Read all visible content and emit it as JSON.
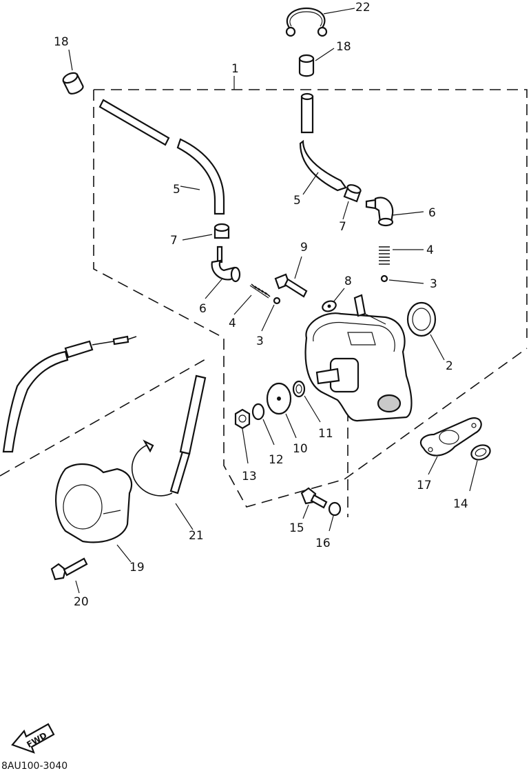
{
  "diagram": {
    "part_numbers": {
      "p1": "1",
      "p2": "2",
      "p3a": "3",
      "p3b": "3",
      "p4a": "4",
      "p4b": "4",
      "p5a": "5",
      "p5b": "5",
      "p6a": "6",
      "p6b": "6",
      "p7a": "7",
      "p7b": "7",
      "p8": "8",
      "p9": "9",
      "p10": "10",
      "p11": "11",
      "p12": "12",
      "p13": "13",
      "p14": "14",
      "p15": "15",
      "p16": "16",
      "p17": "17",
      "p18a": "18",
      "p18b": "18",
      "p19": "19",
      "p20": "20",
      "p21": "21",
      "p22": "22"
    },
    "fwd_label": "FWD",
    "figure_code": "8AU100-3040"
  }
}
